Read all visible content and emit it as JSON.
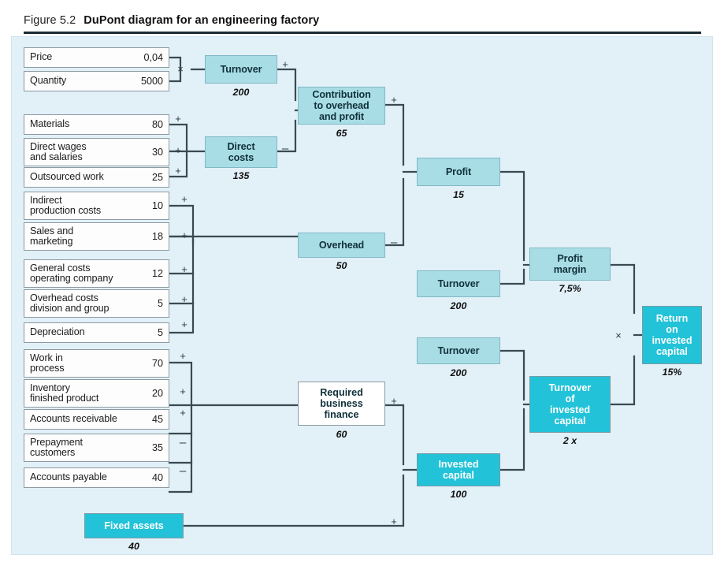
{
  "figure": {
    "number": "Figure 5.2",
    "title": "DuPont diagram for an engineering factory"
  },
  "colors": {
    "background": "#e2f0f8",
    "light_blue_box": "#a9dde6",
    "cyan_box": "#22c3d8",
    "white_box": "#ffffff",
    "connector": "#3a4a52"
  },
  "inputs": [
    {
      "label": "Price",
      "value": "0,04"
    },
    {
      "label": "Quantity",
      "value": "5000"
    },
    {
      "label": "Materials",
      "value": "80"
    },
    {
      "label": "Direct wages\nand salaries",
      "value": "30"
    },
    {
      "label": "Outsourced work",
      "value": "25"
    },
    {
      "label": "Indirect\nproduction costs",
      "value": "10"
    },
    {
      "label": "Sales and\nmarketing",
      "value": "18"
    },
    {
      "label": "General costs\noperating company",
      "value": "12"
    },
    {
      "label": "Overhead costs\ndivision and group",
      "value": "5"
    },
    {
      "label": "Depreciation",
      "value": "5"
    },
    {
      "label": "Work in\nprocess",
      "value": "70"
    },
    {
      "label": "Inventory\nfinished product",
      "value": "20"
    },
    {
      "label": "Accounts receivable",
      "value": "45"
    },
    {
      "label": "Prepayment\ncustomers",
      "value": "35"
    },
    {
      "label": "Accounts payable",
      "value": "40"
    }
  ],
  "nodes": {
    "turnover_top": {
      "label": "Turnover",
      "value": "200"
    },
    "direct_costs": {
      "label": "Direct\ncosts",
      "value": "135"
    },
    "contribution": {
      "label": "Contribution\nto overhead\nand profit",
      "value": "65"
    },
    "overhead": {
      "label": "Overhead",
      "value": "50"
    },
    "profit": {
      "label": "Profit",
      "value": "15"
    },
    "turnover_mid": {
      "label": "Turnover",
      "value": "200"
    },
    "profit_margin": {
      "label": "Profit\nmargin",
      "value": "7,5%"
    },
    "turnover_low": {
      "label": "Turnover",
      "value": "200"
    },
    "required_finance": {
      "label": "Required\nbusiness\nfinance",
      "value": "60"
    },
    "invested_capital": {
      "label": "Invested\ncapital",
      "value": "100"
    },
    "turnover_invested": {
      "label": "Turnover\nof\ninvested\ncapital",
      "value": "2 x"
    },
    "fixed_assets": {
      "label": "Fixed assets",
      "value": "40"
    },
    "roic": {
      "label": "Return\non\ninvested\ncapital",
      "value": "15%"
    }
  },
  "operators": {
    "multiply": "×",
    "plus": "+",
    "minus": "–"
  },
  "chart_data": {
    "type": "diagram",
    "title": "DuPont diagram for an engineering factory",
    "relations": [
      {
        "target": "Turnover",
        "value": 200,
        "operator": "×",
        "sources": [
          "Price (0,04)",
          "Quantity (5000)"
        ]
      },
      {
        "target": "Direct costs",
        "value": 135,
        "operator": "+",
        "sources": [
          "Materials (80)",
          "Direct wages and salaries (30)",
          "Outsourced work (25)"
        ]
      },
      {
        "target": "Contribution to overhead and profit",
        "value": 65,
        "operator": "−",
        "sources": [
          "Turnover (200) +",
          "Direct costs (135) −"
        ]
      },
      {
        "target": "Overhead",
        "value": 50,
        "operator": "+",
        "sources": [
          "Indirect production costs (10)",
          "Sales and marketing (18)",
          "General costs operating company (12)",
          "Overhead costs division and group (5)",
          "Depreciation (5)"
        ]
      },
      {
        "target": "Profit",
        "value": 15,
        "operator": "−",
        "sources": [
          "Contribution to overhead and profit (65) +",
          "Overhead (50) −"
        ]
      },
      {
        "target": "Profit margin",
        "value": "7,5%",
        "operator": "÷",
        "sources": [
          "Profit (15)",
          "Turnover (200)"
        ]
      },
      {
        "target": "Required business finance",
        "value": 60,
        "operator": "±",
        "sources": [
          "Work in process (70) +",
          "Inventory finished product (20) +",
          "Accounts receivable (45) +",
          "Prepayment customers (35) −",
          "Accounts payable (40) −"
        ]
      },
      {
        "target": "Invested capital",
        "value": 100,
        "operator": "+",
        "sources": [
          "Required business finance (60) +",
          "Fixed assets (40) +"
        ]
      },
      {
        "target": "Turnover of invested capital",
        "value": "2 x",
        "operator": "÷",
        "sources": [
          "Turnover (200)",
          "Invested capital (100)"
        ]
      },
      {
        "target": "Return on invested capital",
        "value": "15%",
        "operator": "×",
        "sources": [
          "Profit margin (7,5%)",
          "Turnover of invested capital (2 x)"
        ]
      }
    ]
  }
}
